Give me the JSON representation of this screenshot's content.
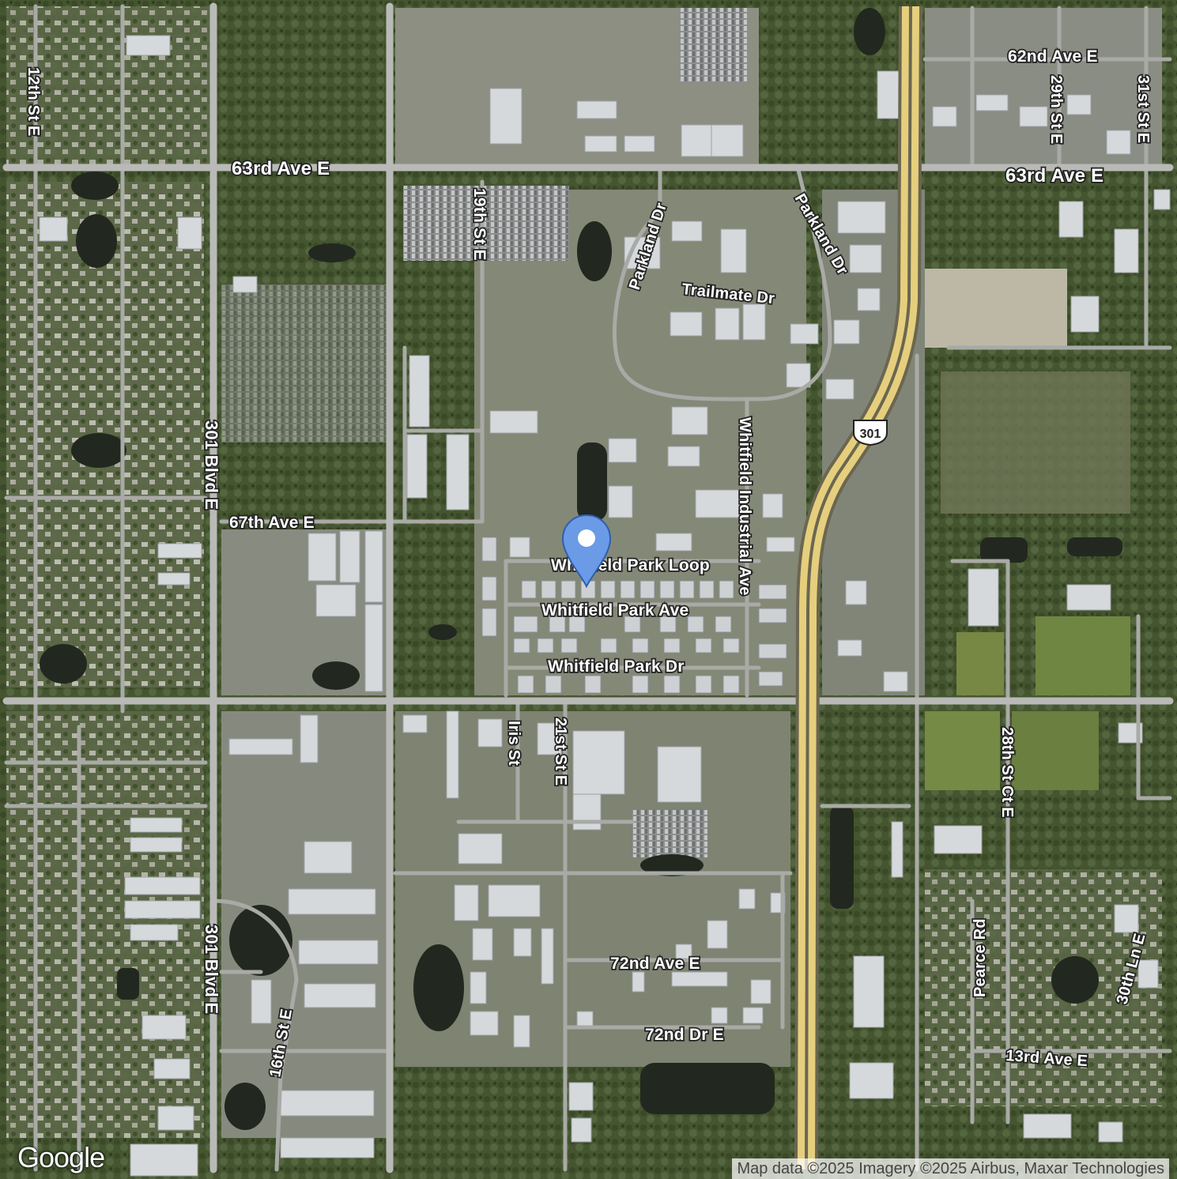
{
  "map": {
    "labels": {
      "ave_62nd": "62nd Ave E",
      "ave_63rd_west": "63rd Ave E",
      "ave_63rd_east": "63rd Ave E",
      "st_12th": "12th St E",
      "st_19th": "19th St E",
      "parkland_dr_west": "Parkland Dr",
      "parkland_dr_east": "Parkland Dr",
      "trailmate_dr": "Trailmate Dr",
      "st_29th": "29th St E",
      "st_31st": "31st St E",
      "blvd_301_north": "301 Blvd E",
      "blvd_301_south": "301 Blvd E",
      "ave_67th": "67th Ave E",
      "whitfield_industrial_ave": "Whitfield Industrial Ave",
      "whitfield_park_loop": "Whitfield Park Loop",
      "whitfield_park_ave": "Whitfield Park Ave",
      "whitfield_park_dr": "Whitfield Park Dr",
      "iris_st": "Iris St",
      "st_21st": "21st St E",
      "st_ct_28th": "28th St Ct E",
      "ave_72nd": "72nd Ave E",
      "dr_72nd": "72nd Dr E",
      "st_16th": "16th St E",
      "pearce_rd": "Pearce Rd",
      "ln_30th": "30th Ln E",
      "ave_13rd": "13rd Ave E"
    },
    "shield_301": "301",
    "logo": "Google",
    "attribution": "Map data ©2025 Imagery ©2025 Airbus, Maxar Technologies",
    "colors": {
      "vegetation": "#4a5a34",
      "road": "#b8b8b4",
      "highway": "#e3cc7a",
      "water": "#22281f",
      "building": "#d9dcde",
      "marker": "#5b8fde"
    }
  }
}
